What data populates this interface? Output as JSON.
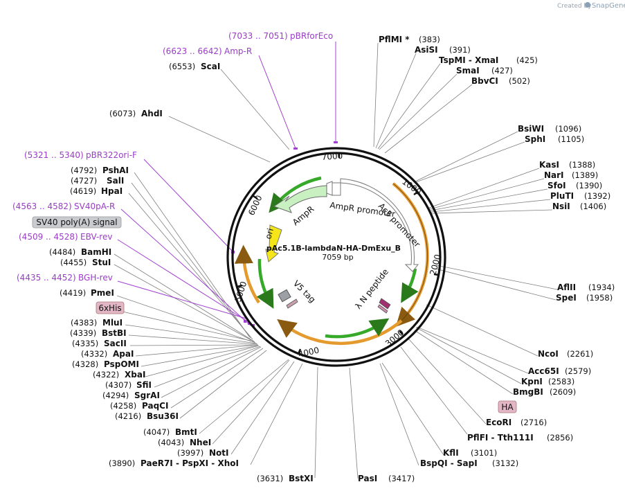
{
  "credit": {
    "prefix": "Created by",
    "brand": "SnapGene"
  },
  "plasmid": {
    "name": "pAc5.1B-lambdaN-HA-DmExu_B",
    "size": "7059 bp"
  },
  "ticks": [
    "1000",
    "2000",
    "3000",
    "4000",
    "5000",
    "6000",
    "7000"
  ],
  "features": {
    "ampr": "AmpR",
    "ampr_promoter": "AmpR promoter",
    "ac5_promoter": "Ac5 promoter",
    "ori": "ori",
    "v5": "V5 tag",
    "lambda": "λ N peptide"
  },
  "boxed": {
    "sv40": "SV40 poly(A) signal",
    "his": "6xHis",
    "ha": "HA"
  },
  "primers": [
    {
      "range": "(7033 .. 7051)",
      "name": "pBRforEco"
    },
    {
      "range": "(6623 .. 6642)",
      "name": "Amp-R"
    },
    {
      "range": "(5321 .. 5340)",
      "name": "pBR322ori-F"
    },
    {
      "range": "(4563 .. 4582)",
      "name": "SV40pA-R"
    },
    {
      "range": "(4509 .. 4528)",
      "name": "EBV-rev"
    },
    {
      "range": "(4435 .. 4452)",
      "name": "BGH-rev"
    }
  ],
  "sites_right": [
    {
      "name": "PflMI *",
      "pos": "(383)"
    },
    {
      "name": "AsiSI",
      "pos": "(391)"
    },
    {
      "name": "TspMI - XmaI",
      "pos": "(425)"
    },
    {
      "name": "SmaI",
      "pos": "(427)"
    },
    {
      "name": "BbvCI",
      "pos": "(502)"
    },
    {
      "name": "BsiWI",
      "pos": "(1096)"
    },
    {
      "name": "SphI",
      "pos": "(1105)"
    },
    {
      "name": "KasI",
      "pos": "(1388)"
    },
    {
      "name": "NarI",
      "pos": "(1389)"
    },
    {
      "name": "SfoI",
      "pos": "(1390)"
    },
    {
      "name": "PluTI",
      "pos": "(1392)"
    },
    {
      "name": "NsiI",
      "pos": "(1406)"
    },
    {
      "name": "AflII",
      "pos": "(1934)"
    },
    {
      "name": "SpeI",
      "pos": "(1958)"
    },
    {
      "name": "NcoI",
      "pos": "(2261)"
    },
    {
      "name": "Acc65I",
      "pos": "(2579)"
    },
    {
      "name": "KpnI",
      "pos": "(2583)"
    },
    {
      "name": "BmgBI",
      "pos": "(2609)"
    },
    {
      "name": "EcoRI",
      "pos": "(2716)"
    },
    {
      "name": "PflFI - Tth111I",
      "pos": "(2856)"
    },
    {
      "name": "KflI",
      "pos": "(3101)"
    },
    {
      "name": "BspQI - SapI",
      "pos": "(3132)"
    },
    {
      "name": "PasI",
      "pos": "(3417)"
    }
  ],
  "sites_left": [
    {
      "name": "ScaI",
      "pos": "(6553)"
    },
    {
      "name": "AhdI",
      "pos": "(6073)"
    },
    {
      "name": "PshAI",
      "pos": "(4792)"
    },
    {
      "name": "SalI",
      "pos": "(4727)"
    },
    {
      "name": "HpaI",
      "pos": "(4619)"
    },
    {
      "name": "BamHI",
      "pos": "(4484)"
    },
    {
      "name": "StuI",
      "pos": "(4455)"
    },
    {
      "name": "PmeI",
      "pos": "(4419)"
    },
    {
      "name": "MluI",
      "pos": "(4383)"
    },
    {
      "name": "BstBI",
      "pos": "(4339)"
    },
    {
      "name": "SacII",
      "pos": "(4335)"
    },
    {
      "name": "ApaI",
      "pos": "(4332)"
    },
    {
      "name": "PspOMI",
      "pos": "(4328)"
    },
    {
      "name": "XbaI",
      "pos": "(4322)"
    },
    {
      "name": "SfiI",
      "pos": "(4307)"
    },
    {
      "name": "SgrAI",
      "pos": "(4294)"
    },
    {
      "name": "PaqCI",
      "pos": "(4258)"
    },
    {
      "name": "Bsu36I",
      "pos": "(4216)"
    },
    {
      "name": "BmtI",
      "pos": "(4047)"
    },
    {
      "name": "NheI",
      "pos": "(4043)"
    },
    {
      "name": "NotI",
      "pos": "(3997)"
    },
    {
      "name": "PaeR7I - PspXI - XhoI",
      "pos": "(3890)"
    },
    {
      "name": "BstXI",
      "pos": "(3631)"
    }
  ],
  "colors": {
    "primer": "#9a3cc8",
    "green": "#36a82a",
    "orange": "#e59a2e",
    "ori": "#f5e61a",
    "boxed_gray": "#c9ccce",
    "boxed_pink": "#e3b6c6"
  }
}
